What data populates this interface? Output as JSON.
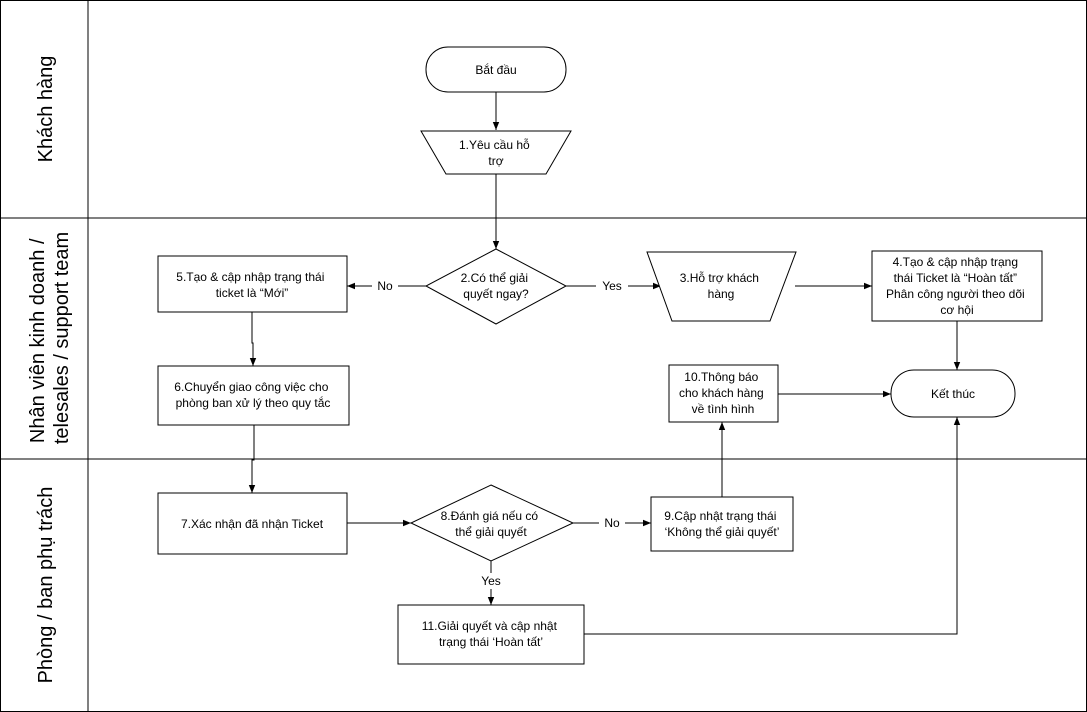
{
  "lanes": [
    {
      "id": "customer",
      "label_lines": [
        "Khách hàng"
      ]
    },
    {
      "id": "sales",
      "label_lines": [
        "Nhân viên kinh doanh /",
        "telesales / support team"
      ]
    },
    {
      "id": "dept",
      "label_lines": [
        "Phòng / ban phụ trách"
      ]
    }
  ],
  "nodes": {
    "start": {
      "lines": [
        "Bắt đầu"
      ]
    },
    "n1": {
      "lines": [
        "1.Yêu cầu hỗ",
        "trợ"
      ]
    },
    "n2": {
      "lines": [
        "2.Có thể giải",
        "quyết ngay?"
      ]
    },
    "n3": {
      "lines": [
        "3.Hỗ trợ khách",
        "hàng"
      ]
    },
    "n4": {
      "lines": [
        "4.Tạo & cập nhập trạng",
        "thái Ticket là “Hoàn tất”",
        "Phân công người theo dõi",
        "cơ hội"
      ]
    },
    "n5": {
      "lines": [
        "5.Tạo & cập nhập trạng thái",
        "ticket là “Mới”"
      ]
    },
    "n6": {
      "lines": [
        "6.Chuyển giao công việc cho",
        "phòng ban xử lý theo quy tắc"
      ]
    },
    "n7": {
      "lines": [
        "7.Xác nhận đã nhận Ticket"
      ]
    },
    "n8": {
      "lines": [
        "8.Đánh giá nếu có",
        "thể giải quyết"
      ]
    },
    "n9": {
      "lines": [
        "9.Cập nhật trạng thái",
        "‘Không thể giải quyết’"
      ]
    },
    "n10": {
      "lines": [
        "10.Thông báo",
        "cho khách hàng",
        "về tình hình"
      ]
    },
    "n11": {
      "lines": [
        "11.Giải quyết và cập nhật",
        "trạng thái ‘Hoàn tất’"
      ]
    },
    "end": {
      "lines": [
        "Kết thúc"
      ]
    }
  },
  "edges": {
    "no_2_5": "No",
    "yes_2_3": "Yes",
    "no_8_9": "No",
    "yes_8_11": "Yes"
  }
}
